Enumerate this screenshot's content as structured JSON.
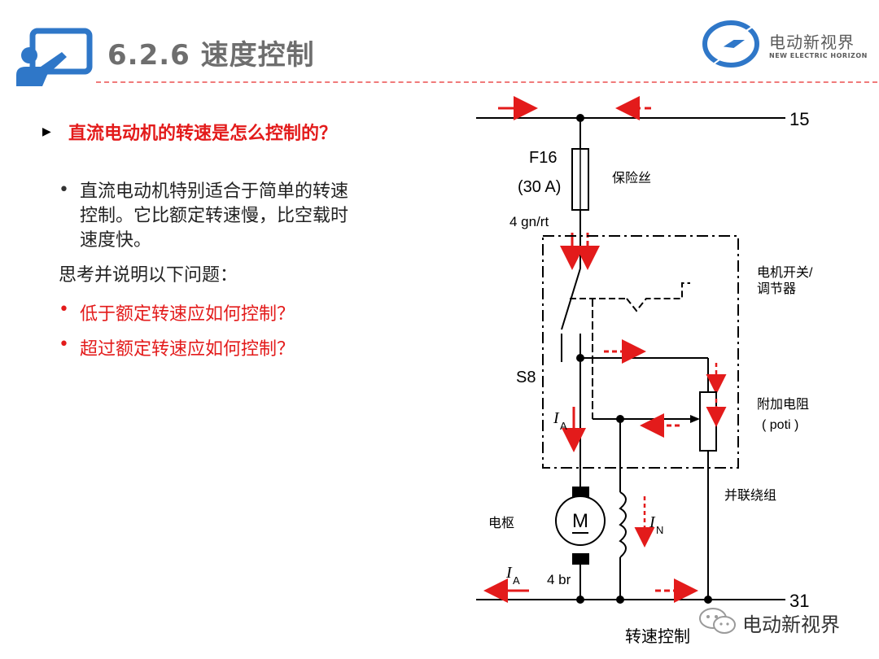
{
  "header": {
    "title": "6.2.6 速度控制"
  },
  "brand": {
    "name": "电动新视界",
    "subtitle": "NEW ELECTRIC HORIZON"
  },
  "content": {
    "question": "直流电动机的转速是怎么控制的？",
    "paragraph_lines": [
      "直流电动机特别适合于简单的转速",
      "控制。它比额定转速慢，比空载时",
      "速度快。"
    ],
    "prompt": "思考并说明以下问题：",
    "items": [
      "低于额定转速应如何控制？",
      "超过额定转速应如何控制？"
    ]
  },
  "diagram": {
    "terminal_top": "15",
    "terminal_bottom": "31",
    "fuse_id": "F16",
    "fuse_rating": "(30 A)",
    "fuse_label": "保险丝",
    "wire_top": "4 gn/rt",
    "switch_label_1": "电机开关/",
    "switch_label_2": "调节器",
    "switch_id": "S8",
    "resistor_label_1": "附加电阻",
    "resistor_label_2": "( poti )",
    "field_label": "并联绕组",
    "armature_label": "电枢",
    "motor_symbol": "M",
    "current_armature": "I",
    "current_armature_sub": "A",
    "current_field": "I",
    "current_field_sub": "N",
    "wire_bottom": "4 br",
    "caption": "转速控制"
  },
  "watermark": {
    "text": "电动新视界"
  },
  "colors": {
    "accent": "#e31b1b",
    "icon_blue": "#2f77c8",
    "title_gray": "#6e6e6e"
  }
}
